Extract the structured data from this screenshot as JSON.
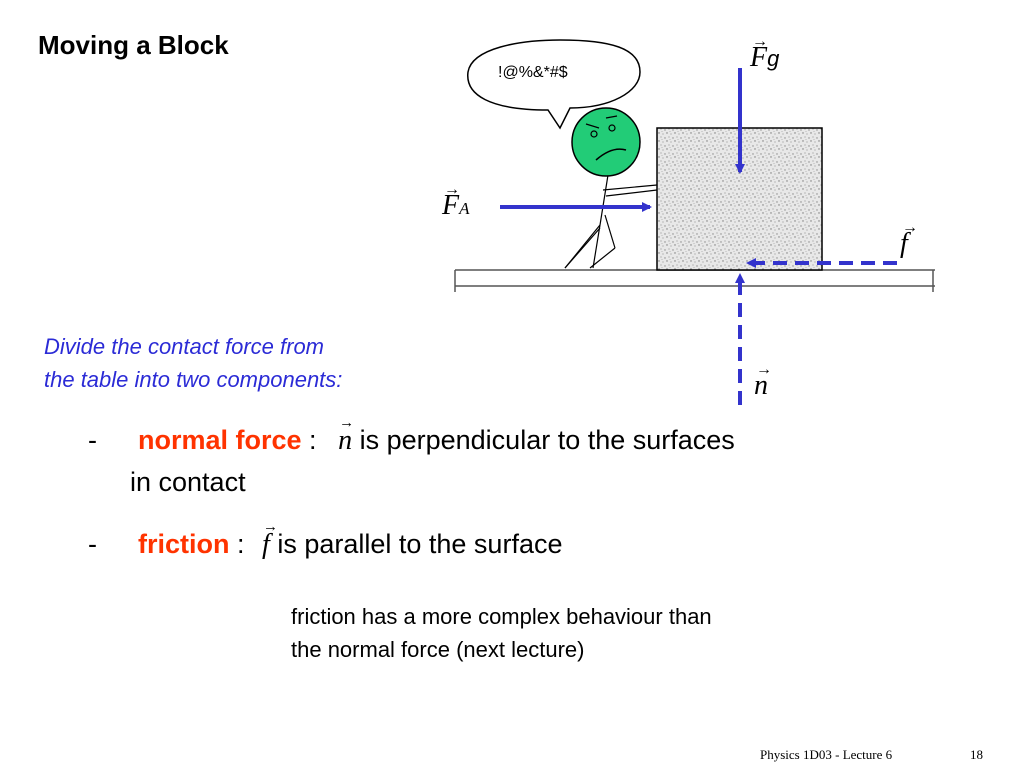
{
  "slide": {
    "title": "Moving a Block",
    "speech": "!@%&*#$",
    "labels": {
      "Fg_main": "F",
      "Fg_sub": "g",
      "FA_main": "F",
      "FA_sub": "A",
      "f": "f",
      "n": "n",
      "arrow": "→"
    },
    "intro_line1": "Divide the contact force from",
    "intro_line2": "the table into two components:",
    "bullets": [
      {
        "dash": "-",
        "keyword": "normal force",
        "colon": " :",
        "symbol": "n",
        "text": "is perpendicular to the surfaces",
        "text2": "in contact"
      },
      {
        "dash": "-",
        "keyword": "friction",
        "colon": " :",
        "symbol": "f",
        "text": "is parallel to the surface"
      }
    ],
    "note_line1": "friction has a more complex behaviour than",
    "note_line2": "the normal force (next lecture)",
    "footer_course": "Physics 1D03 - Lecture 6",
    "footer_page": "18"
  },
  "colors": {
    "arrow": "#3333cc",
    "intro_text": "#2b2bd6",
    "keyword": "#ff3300",
    "face": "#22cc77",
    "block_fill": "#dcdcdc"
  }
}
